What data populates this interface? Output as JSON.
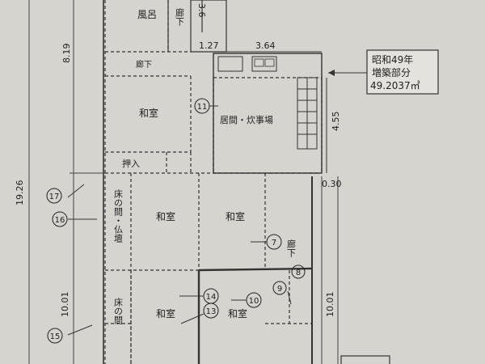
{
  "rooms": {
    "bath": "風呂",
    "corridor_top": "廊下",
    "corridor_mid": "廊下",
    "washitsu_upper": "和室",
    "living_kitchen": "居間・炊事場",
    "oshiire": "押入",
    "washitsu_center": "和室",
    "washitsu_right": "和室",
    "tokonoma_butsudan": "床の間・仏壇",
    "corridor_right": "廊下",
    "tokonoma_lower": "床の間",
    "washitsu_lower_left": "和室",
    "washitsu_lower_right": "和室"
  },
  "dimensions": {
    "d_819": "8.19",
    "d_1926": "19.26",
    "d_1001_left": "10.01",
    "d_1001_right": "10.01",
    "d_127": "1.27",
    "d_364": "3.64",
    "d_455": "4.55",
    "d_030": "0.30",
    "d_top_fragment": "3.6"
  },
  "extension_note": {
    "line1": "昭和49年",
    "line2": "増築部分",
    "line3": "49.2037㎡"
  },
  "markers": [
    "7",
    "8",
    "9",
    "10",
    "11",
    "13",
    "14",
    "15",
    "16",
    "17"
  ]
}
